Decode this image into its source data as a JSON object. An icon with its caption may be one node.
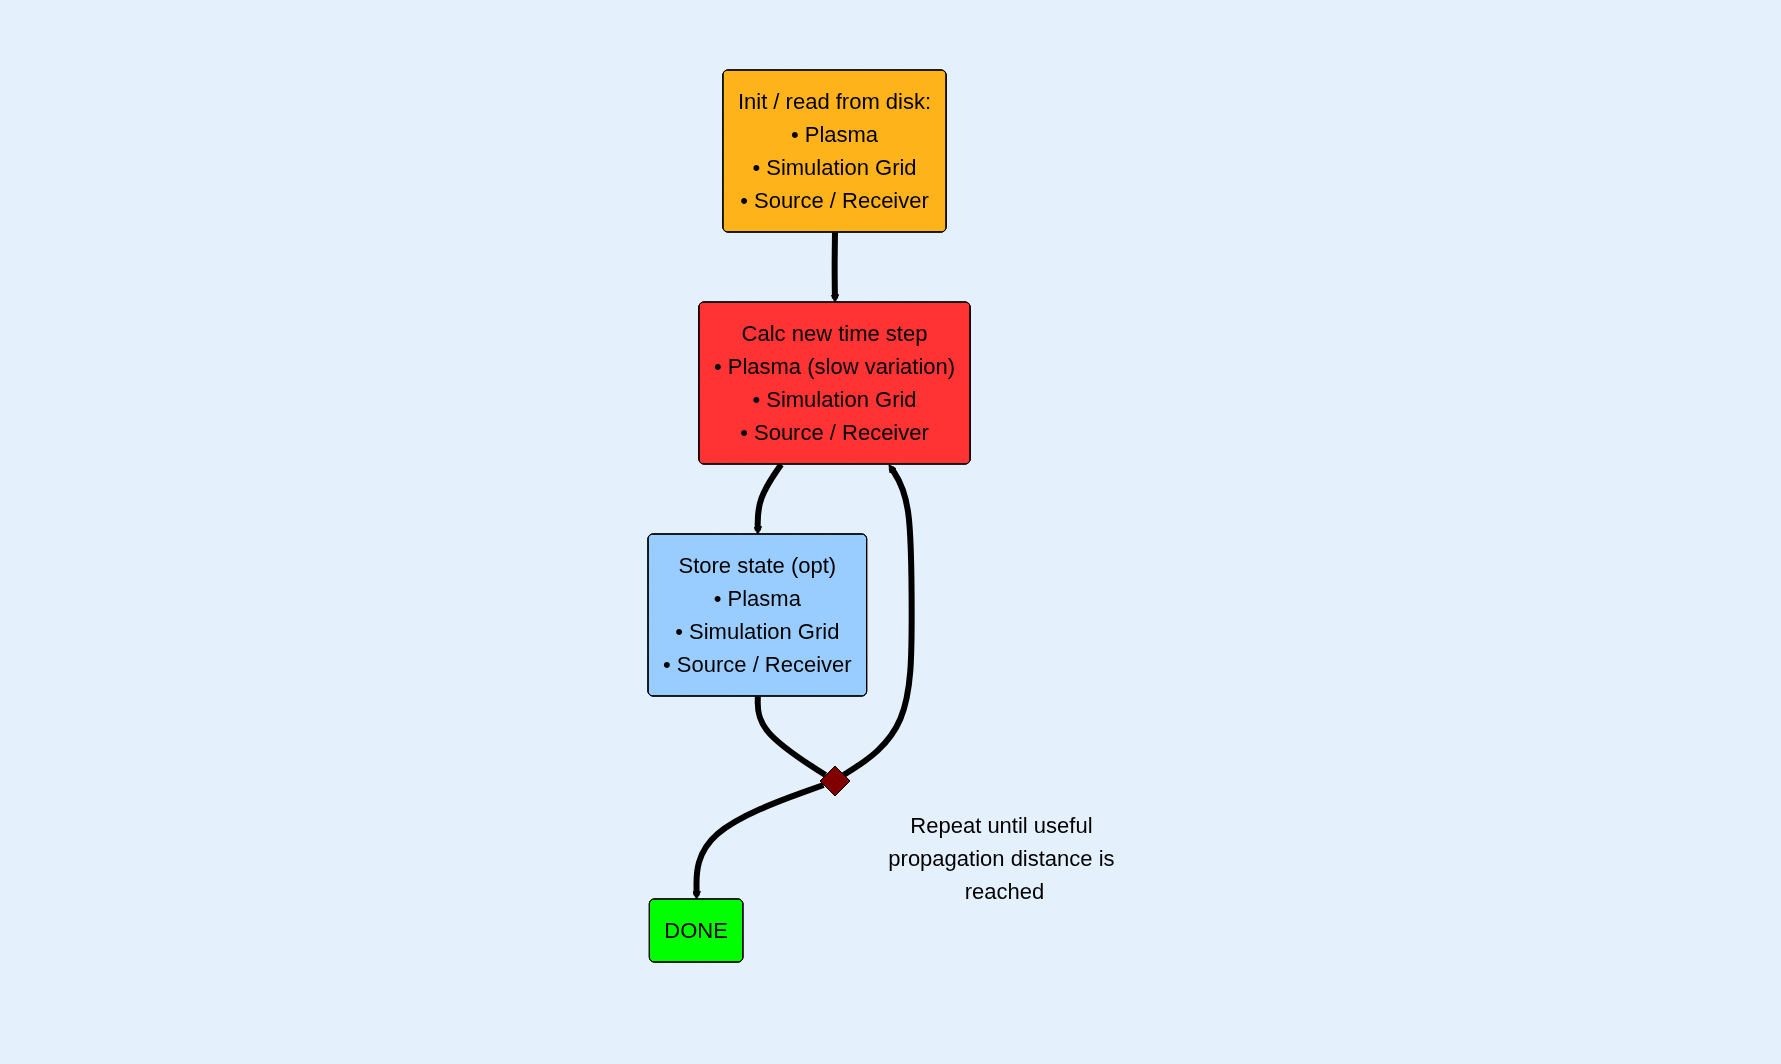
{
  "diagram": {
    "nodes": [
      {
        "text": [
          "Init / read from disk:",
          "• Plasma",
          "• Simulation Grid",
          "• Source / Receiver"
        ]
      },
      {
        "text": [
          "Calc new time step",
          "• Plasma (slow variation)",
          "• Simulation Grid",
          "• Source / Receiver"
        ]
      },
      {
        "text": [
          "Store state (opt)",
          "• Plasma",
          "• Simulation Grid",
          "• Source / Receiver"
        ]
      },
      {
        "text": [],
        "shape": "diamond",
        "beside": [
          "Repeat until useful propagation distance is reached"
        ]
      },
      {
        "text": [
          "DONE"
        ]
      }
    ],
    "edges": [
      {
        "from": 0,
        "to": 1,
        "arrow": "to"
      },
      {
        "from": 1,
        "to": 2,
        "arrow": "to"
      },
      {
        "from": 2,
        "to": 3,
        "arrow": "none"
      },
      {
        "from": 3,
        "to": 4,
        "arrow": "to"
      },
      {
        "from": 3,
        "to": 1,
        "arrow": "to"
      }
    ]
  }
}
